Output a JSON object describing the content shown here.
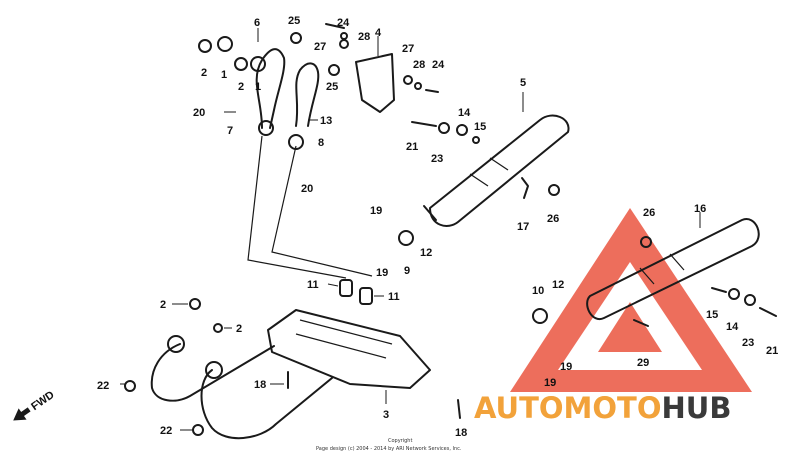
{
  "diagram": {
    "forward_label": "FWD",
    "copyright_line1": "Copyright",
    "copyright_line2": "Page design (c) 2004 - 2014 by ARI Network Services, Inc.",
    "callouts": [
      {
        "id": "c-6",
        "text": "6"
      },
      {
        "id": "c-25a",
        "text": "25"
      },
      {
        "id": "c-24a",
        "text": "24"
      },
      {
        "id": "c-28a",
        "text": "28"
      },
      {
        "id": "c-27a",
        "text": "27"
      },
      {
        "id": "c-4",
        "text": "4"
      },
      {
        "id": "c-2a",
        "text": "2"
      },
      {
        "id": "c-1a",
        "text": "1"
      },
      {
        "id": "c-2b",
        "text": "2"
      },
      {
        "id": "c-1b",
        "text": "1"
      },
      {
        "id": "c-25b",
        "text": "25"
      },
      {
        "id": "c-27b",
        "text": "27"
      },
      {
        "id": "c-28b",
        "text": "28"
      },
      {
        "id": "c-24b",
        "text": "24"
      },
      {
        "id": "c-5",
        "text": "5"
      },
      {
        "id": "c-20a",
        "text": "20"
      },
      {
        "id": "c-13",
        "text": "13"
      },
      {
        "id": "c-7",
        "text": "7"
      },
      {
        "id": "c-8",
        "text": "8"
      },
      {
        "id": "c-20b",
        "text": "20"
      },
      {
        "id": "c-14a",
        "text": "14"
      },
      {
        "id": "c-15a",
        "text": "15"
      },
      {
        "id": "c-21a",
        "text": "21"
      },
      {
        "id": "c-23a",
        "text": "23"
      },
      {
        "id": "c-17",
        "text": "17"
      },
      {
        "id": "c-26a",
        "text": "26"
      },
      {
        "id": "c-19a",
        "text": "19"
      },
      {
        "id": "c-19b",
        "text": "19"
      },
      {
        "id": "c-12a",
        "text": "12"
      },
      {
        "id": "c-9",
        "text": "9"
      },
      {
        "id": "c-26b",
        "text": "26"
      },
      {
        "id": "c-16",
        "text": "16"
      },
      {
        "id": "c-11a",
        "text": "11"
      },
      {
        "id": "c-11b",
        "text": "11"
      },
      {
        "id": "c-2c",
        "text": "2"
      },
      {
        "id": "c-2d",
        "text": "2"
      },
      {
        "id": "c-10",
        "text": "10"
      },
      {
        "id": "c-12b",
        "text": "12"
      },
      {
        "id": "c-15b",
        "text": "15"
      },
      {
        "id": "c-14b",
        "text": "14"
      },
      {
        "id": "c-23b",
        "text": "23"
      },
      {
        "id": "c-21b",
        "text": "21"
      },
      {
        "id": "c-29",
        "text": "29"
      },
      {
        "id": "c-19c",
        "text": "19"
      },
      {
        "id": "c-19d",
        "text": "19"
      },
      {
        "id": "c-22a",
        "text": "22"
      },
      {
        "id": "c-18a",
        "text": "18"
      },
      {
        "id": "c-3",
        "text": "3"
      },
      {
        "id": "c-22b",
        "text": "22"
      },
      {
        "id": "c-18b",
        "text": "18"
      }
    ]
  },
  "watermark": {
    "part1": "AUTO",
    "part2": "MOTO",
    "part3": "HUB",
    "color_red": "#e8432a",
    "color_orange": "#f2a23a",
    "color_dark": "#3a3a3a"
  }
}
